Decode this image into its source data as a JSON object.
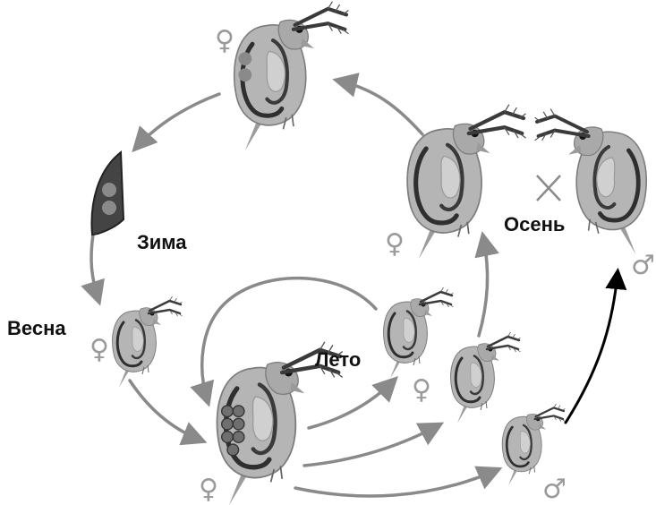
{
  "seasons": {
    "winter": "Зима",
    "spring": "Весна",
    "summer": "Лето",
    "autumn": "Осень"
  },
  "symbols": {
    "female": "♀",
    "male": "♂",
    "cross": "✕"
  },
  "colors": {
    "body": "#a9a9a9",
    "shell": "#bdbdbd",
    "gut": "#3a3a3a",
    "egg": "#7a7a7a",
    "ephippium": "#444444",
    "arrow": "#8a8a8a",
    "arrow_dark": "#000000",
    "symbol": "#9a9a9a",
    "text": "#111111"
  }
}
